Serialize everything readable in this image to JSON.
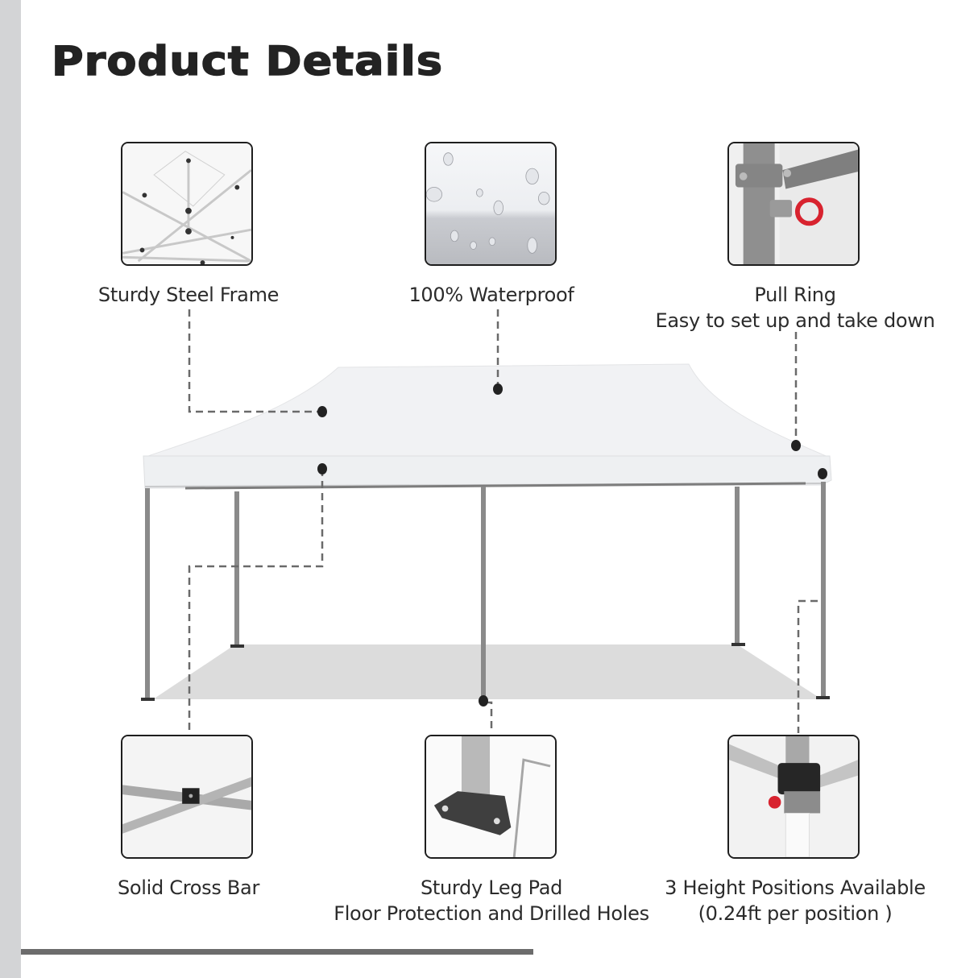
{
  "page": {
    "title": "Product Details",
    "accent_colors": {
      "side_bar": "#d3d4d6",
      "bottom_rule": "#6c6c6c",
      "leader_line": "#6a6a6a",
      "marker_dot": "#222222",
      "pull_ring_red": "#d8232f",
      "frame_gray": "#8a8a8a"
    }
  },
  "features": [
    {
      "id": "steel-frame",
      "lines": [
        "Sturdy Steel Frame"
      ],
      "image": "tent-frame-underside-photo"
    },
    {
      "id": "waterproof",
      "lines": [
        "100% Waterproof"
      ],
      "image": "water-droplets-fabric-photo"
    },
    {
      "id": "pull-ring",
      "lines": [
        "Pull Ring",
        "Easy to set up and take down"
      ],
      "image": "pull-ring-joint-photo"
    },
    {
      "id": "cross-bar",
      "lines": [
        "Solid Cross Bar"
      ],
      "image": "cross-bar-joint-photo"
    },
    {
      "id": "leg-pad",
      "lines": [
        "Sturdy Leg Pad",
        "Floor Protection and Drilled Holes"
      ],
      "image": "leg-pad-stake-photo"
    },
    {
      "id": "height-positions",
      "lines": [
        "3 Height Positions Available",
        "(0.24ft per position )"
      ],
      "image": "height-adjust-button-photo"
    }
  ],
  "center_image": "white-pop-up-canopy-tent"
}
